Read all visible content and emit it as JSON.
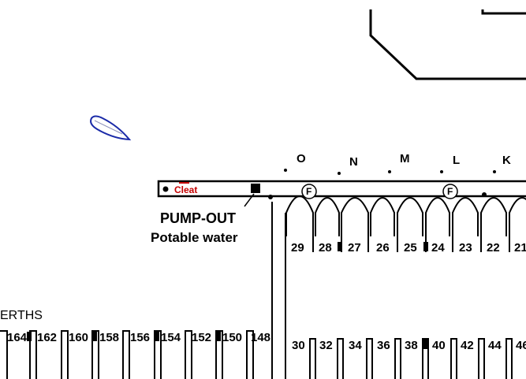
{
  "map": {
    "lane_letters": [
      "O",
      "N",
      "M",
      "L",
      "K"
    ],
    "cleat_label": "Cleat",
    "pumpout_label": "PUMP-OUT",
    "water_label": "Potable water",
    "berths_title": "ERTHS",
    "fuel_symbol": "F",
    "upper_row_berths": [
      "29",
      "28",
      "27",
      "26",
      "25",
      "24",
      "23",
      "22",
      "21"
    ],
    "lower_row_right_berths": [
      "30",
      "32",
      "34",
      "36",
      "38",
      "40",
      "42",
      "44",
      "46"
    ],
    "lower_row_left_berths": [
      "164",
      "162",
      "160",
      "158",
      "156",
      "154",
      "152",
      "150",
      "148"
    ],
    "colors": {
      "ink": "#000000",
      "cleat": "#c40000",
      "boat": "#1a2aa8"
    }
  }
}
